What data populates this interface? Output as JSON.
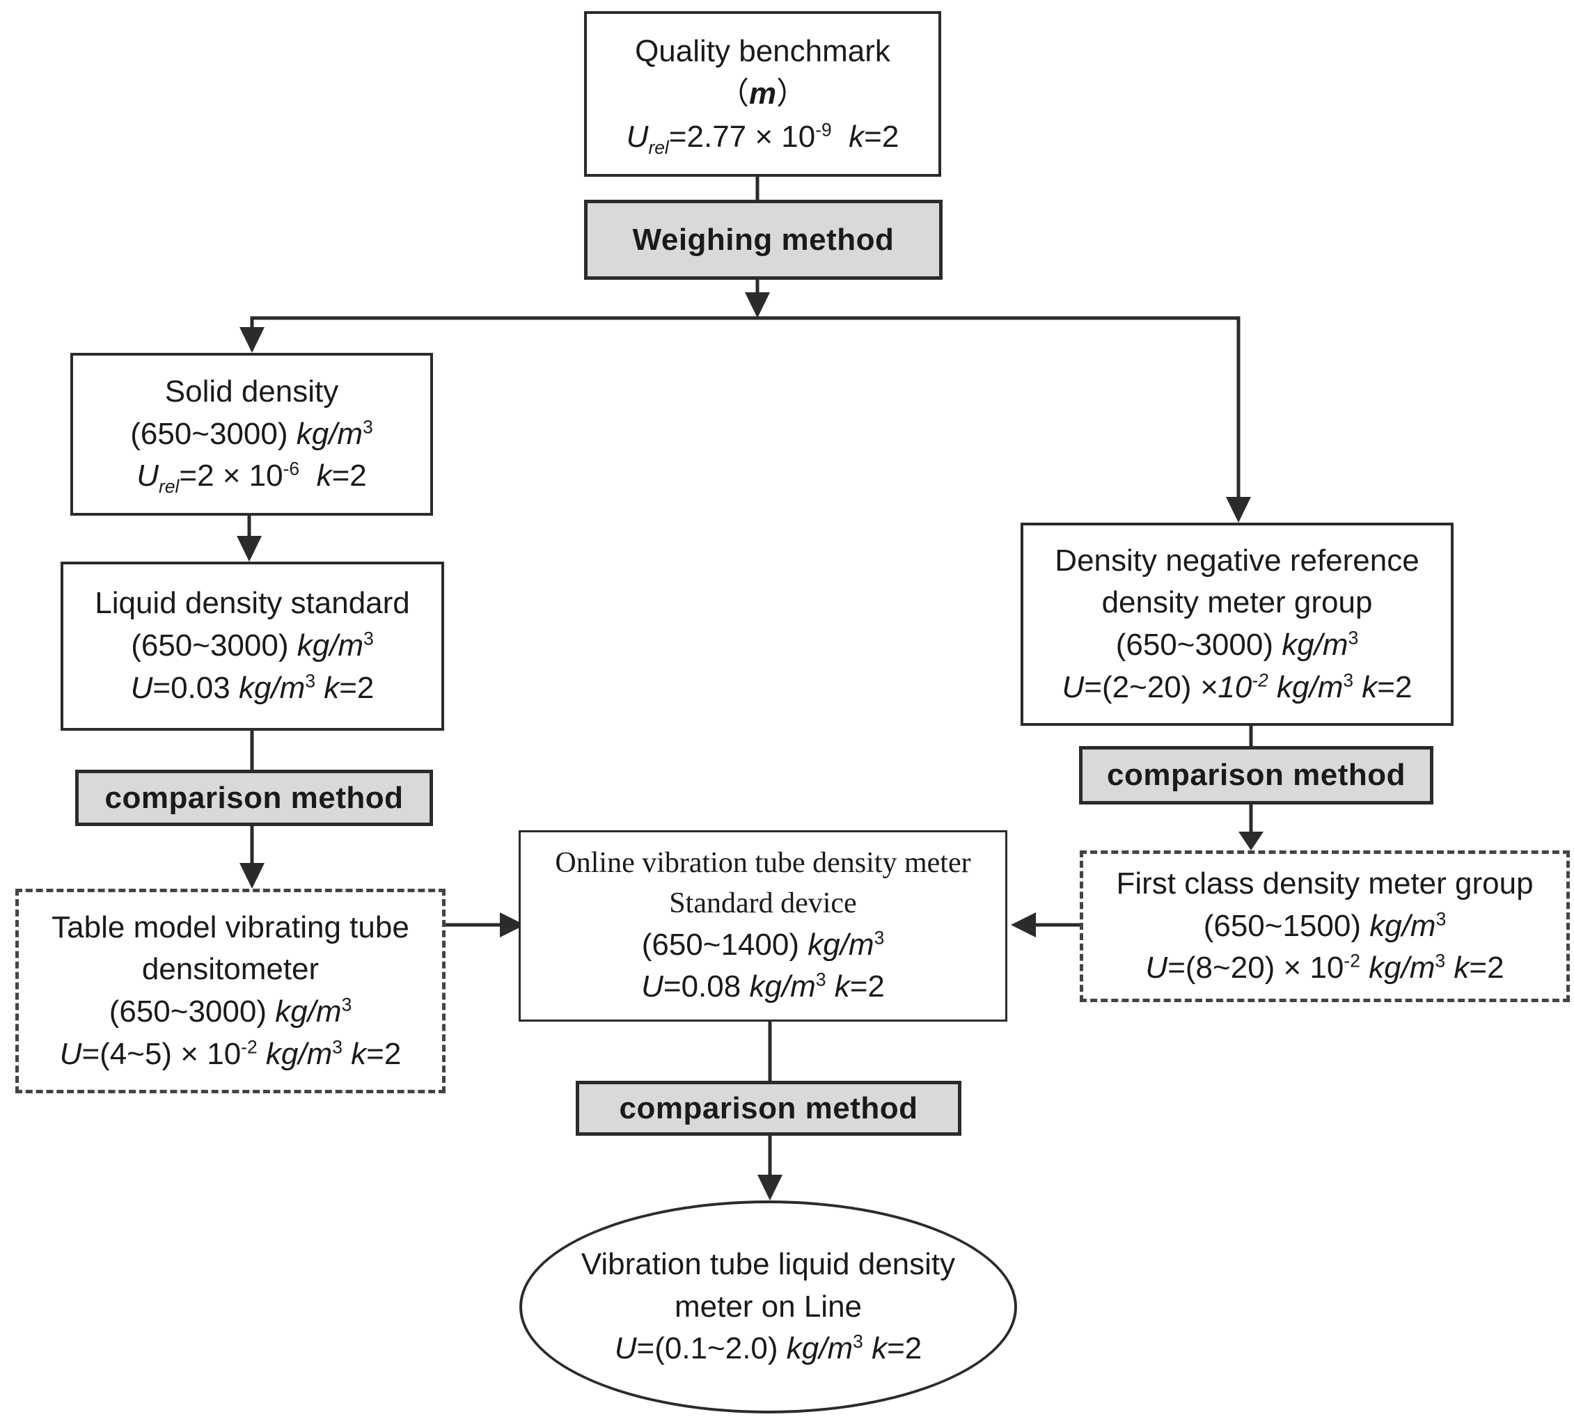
{
  "nodes": {
    "quality_benchmark": {
      "title": "Quality benchmark",
      "symbol_open": "（",
      "symbol": "m",
      "symbol_close": "）",
      "u_symbol": "U",
      "u_sub": "rel",
      "u_value": "=2.77 ×  10",
      "u_exp": "-9",
      "k_symbol": "k",
      "k_value": "=2"
    },
    "solid_density": {
      "title": "Solid density",
      "range": "(650~3000)",
      "unit": "kg/m",
      "unit_exp": "3",
      "u_symbol": "U",
      "u_sub": "rel",
      "u_value": "=2  × 10",
      "u_exp": "-6",
      "k_symbol": "k",
      "k_value": "=2"
    },
    "liquid_density_standard": {
      "title": "Liquid density standard",
      "range": "(650~3000)",
      "unit": "kg/m",
      "unit_exp": "3",
      "u_symbol": "U",
      "u_value": "=0.03",
      "u_unit": "kg/m",
      "u_unit_exp": "3",
      "k_symbol": "k",
      "k_value": "=2"
    },
    "density_negative_reference": {
      "line1": "Density negative reference",
      "line2": "density meter group",
      "range": "(650~3000)",
      "unit": "kg/m",
      "unit_exp": "3",
      "u_symbol": "U",
      "u_value": "=(2~20)",
      "u_times": " ×10",
      "u_exp": "-2",
      "u_unit": "kg/m",
      "u_unit_exp": "3",
      "k_symbol": "k",
      "k_value": "=2"
    },
    "table_model": {
      "line1": "Table model vibrating tube",
      "line2": "densitometer",
      "range": "(650~3000)",
      "unit": "kg/m",
      "unit_exp": "3",
      "u_symbol": "U",
      "u_value": "=(4~5)  × 10",
      "u_exp": "-2",
      "u_unit": "kg/m",
      "u_unit_exp": "3",
      "k_symbol": "k",
      "k_value": "=2"
    },
    "online_standard_device": {
      "line1": "Online vibration tube density meter",
      "line2": "Standard device",
      "range": "(650~1400)",
      "unit": "kg/m",
      "unit_exp": "3",
      "u_symbol": "U",
      "u_value": "=0.08",
      "u_unit": "kg/m",
      "u_unit_exp": "3",
      "k_symbol": "k",
      "k_value": "=2"
    },
    "first_class": {
      "title": "First class density meter group",
      "range": "(650~1500)",
      "unit": "kg/m",
      "unit_exp": "3",
      "u_symbol": "U",
      "u_value": "=(8~20)  × 10",
      "u_exp": "-2",
      "u_unit": "kg/m",
      "u_unit_exp": "3",
      "k_symbol": "k",
      "k_value": "=2"
    },
    "online_meter": {
      "line1": "Vibration tube liquid density",
      "line2": "meter on Line",
      "u_symbol": "U",
      "u_value": "=(0.1~2.0)",
      "u_unit": "kg/m",
      "u_unit_exp": "3",
      "k_symbol": "k",
      "k_value": "=2"
    }
  },
  "methods": {
    "weighing": "Weighing method",
    "comparison_left": "comparison method",
    "comparison_right": "comparison method",
    "comparison_bottom": "comparison method"
  },
  "colors": {
    "line": "#2b2b2b",
    "method_fill": "#d9d9d9",
    "box_fill": "#ffffff"
  }
}
